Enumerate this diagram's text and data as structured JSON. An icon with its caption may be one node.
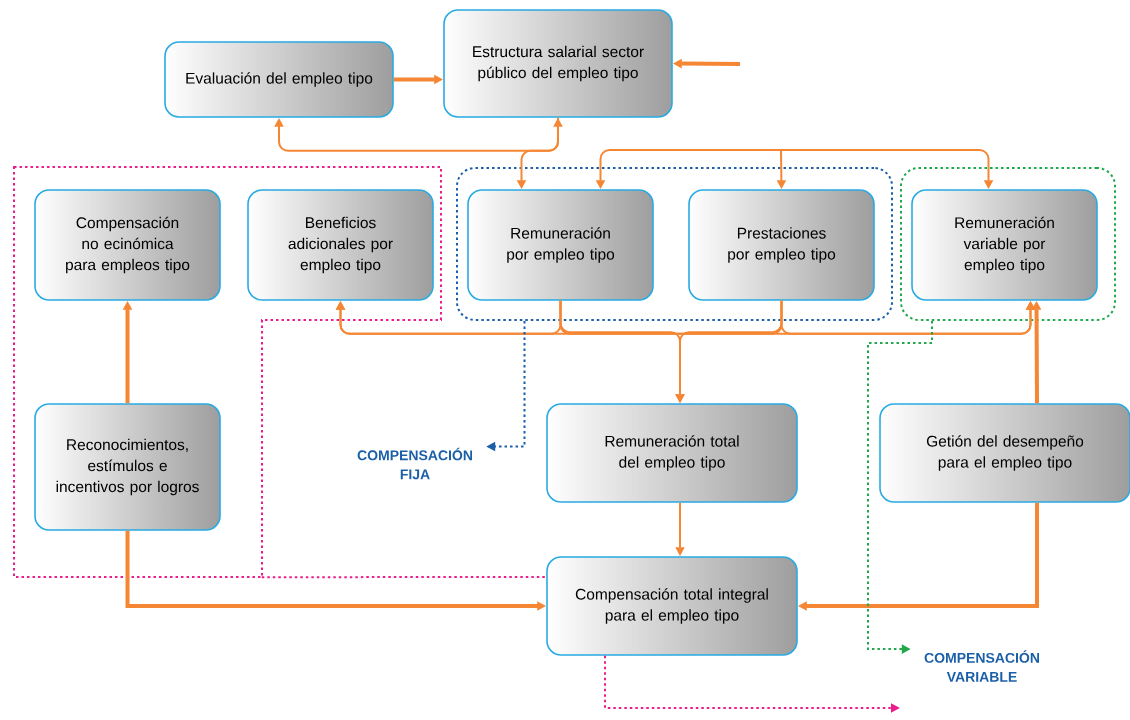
{
  "diagram": {
    "nodes": [
      {
        "text": [
          "Evaluación del empleo tipo"
        ]
      },
      {
        "text": [
          "Estructura salarial sector público del empleo tipo"
        ]
      },
      {
        "text": [],
        "shape": "box"
      },
      {
        "text": [
          "Compensación no ecinómica para empleos tipo"
        ],
        "in": 2
      },
      {
        "text": [
          "Beneficios adicionales por empleo tipo"
        ],
        "in": 2
      },
      {
        "text": [],
        "shape": "box"
      },
      {
        "text": [
          "Remuneración por empleo tipo"
        ],
        "in": 5
      },
      {
        "text": [
          "Prestaciones por empleo tipo"
        ],
        "in": 5
      },
      {
        "text": [],
        "shape": "box"
      },
      {
        "text": [
          "Remuneración variable por empleo tipo"
        ],
        "in": 8
      },
      {
        "text": [
          "Reconocimientos, estímulos e incentivos por logros"
        ],
        "in": 2
      },
      {
        "text": [
          "COMPENSACIÓN FIJA"
        ]
      },
      {
        "text": [
          "Remuneración total del empleo tipo"
        ]
      },
      {
        "text": [
          "Getión del desempeño para el empleo tipo"
        ]
      },
      {
        "text": [
          "Compensación total integral para el empleo tipo"
        ]
      },
      {
        "text": [
          "COMPENSACIÓN VARIABLE"
        ]
      }
    ],
    "edges": [
      {
        "from": 0,
        "to": 1,
        "arrow": "to",
        "style": "thick"
      },
      {
        "from": null,
        "to": 1,
        "arrow": "to",
        "style": "thick"
      },
      {
        "from": 0,
        "to": 1,
        "arrow": "both"
      },
      {
        "from": 1,
        "to": 6,
        "arrow": "to"
      },
      {
        "from": null,
        "to": 6,
        "arrow": "to"
      },
      {
        "from": null,
        "to": 7,
        "arrow": "to"
      },
      {
        "from": null,
        "to": 9,
        "arrow": "to"
      },
      {
        "from": 6,
        "to": 4,
        "arrow": "to"
      },
      {
        "from": 6,
        "to": 12,
        "arrow": "to"
      },
      {
        "from": 6,
        "to": 9,
        "arrow": "to"
      },
      {
        "from": 7,
        "to": 4,
        "arrow": "to"
      },
      {
        "from": 7,
        "to": 12,
        "arrow": "to"
      },
      {
        "from": 7,
        "to": 9,
        "arrow": "to"
      },
      {
        "from": 12,
        "to": 14,
        "arrow": "to"
      },
      {
        "from": 10,
        "to": 3,
        "arrow": "to",
        "style": "thick"
      },
      {
        "from": 10,
        "to": 14,
        "arrow": "to",
        "style": "thick"
      },
      {
        "from": 13,
        "to": 9,
        "arrow": "to",
        "style": "thick"
      },
      {
        "from": 13,
        "to": 14,
        "arrow": "to",
        "style": "thick"
      },
      {
        "from": 5,
        "to": 11,
        "arrow": "to",
        "style": "dashed",
        "color": "#1a5fa8"
      },
      {
        "from": 8,
        "to": 15,
        "arrow": "to",
        "style": "dashed",
        "color": "#1fa84a"
      },
      {
        "from": 2,
        "to": 14,
        "arrow": "none",
        "style": "dashed",
        "color": "#ec1c8c"
      },
      {
        "from": 14,
        "to": null,
        "arrow": "to",
        "style": "dashed",
        "color": "#ec1c8c"
      }
    ]
  }
}
